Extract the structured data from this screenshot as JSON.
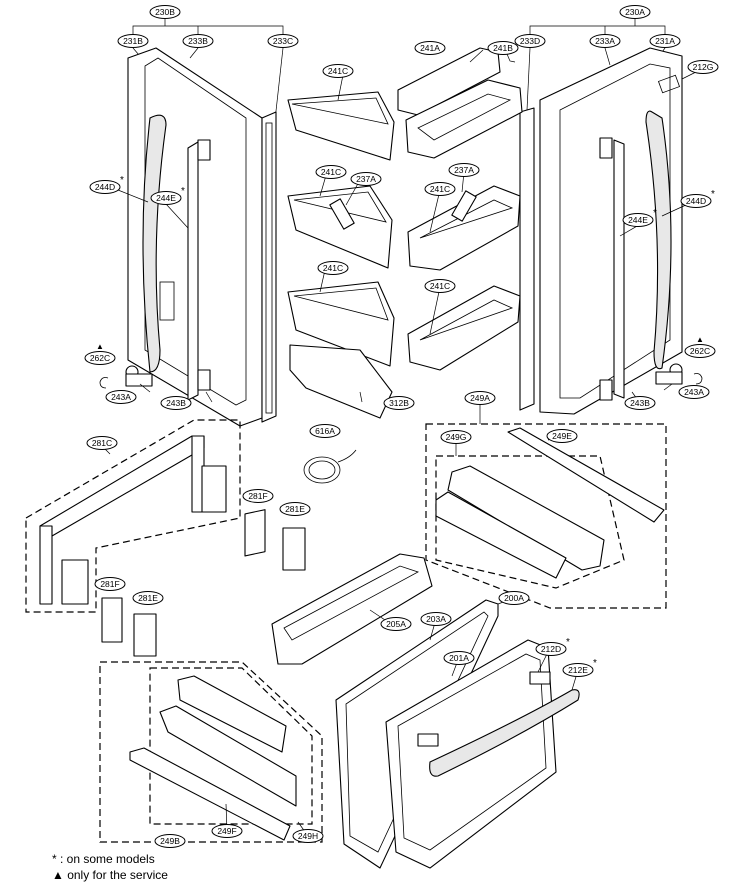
{
  "labels": {
    "l230B": "230B",
    "l231B": "231B",
    "l233B": "233B",
    "l233C": "233C",
    "l230A": "230A",
    "l233D": "233D",
    "l233A": "233A",
    "l231A": "231A",
    "l212G": "212G",
    "l241A": "241A",
    "l241B": "241B",
    "l241C1": "241C",
    "l241C2": "241C",
    "l241C3": "241C",
    "l241C4": "241C",
    "l241C5": "241C",
    "l237A1": "237A",
    "l237A2": "237A",
    "l244D1": "244D",
    "l244E1": "244E",
    "l244D2": "244D",
    "l244E2": "244E",
    "l262C1": "262C",
    "l262C2": "262C",
    "l243A1": "243A",
    "l243B1": "243B",
    "l243A2": "243A",
    "l243B2": "243B",
    "l312B": "312B",
    "l616A": "616A",
    "l281C": "281C",
    "l281F1": "281F",
    "l281E1": "281E",
    "l281F2": "281F",
    "l281E2": "281E",
    "l249A": "249A",
    "l249G": "249G",
    "l249E": "249E",
    "l205A": "205A",
    "l203A": "203A",
    "l200A": "200A",
    "l201A": "201A",
    "l212D": "212D",
    "l212E": "212E",
    "l249B": "249B",
    "l249F": "249F",
    "l249H": "249H"
  },
  "marks": {
    "star": "*",
    "triangle": "▲"
  },
  "legend": {
    "star_note": "* : on some models",
    "triangle_note": "▲ only for the service"
  }
}
